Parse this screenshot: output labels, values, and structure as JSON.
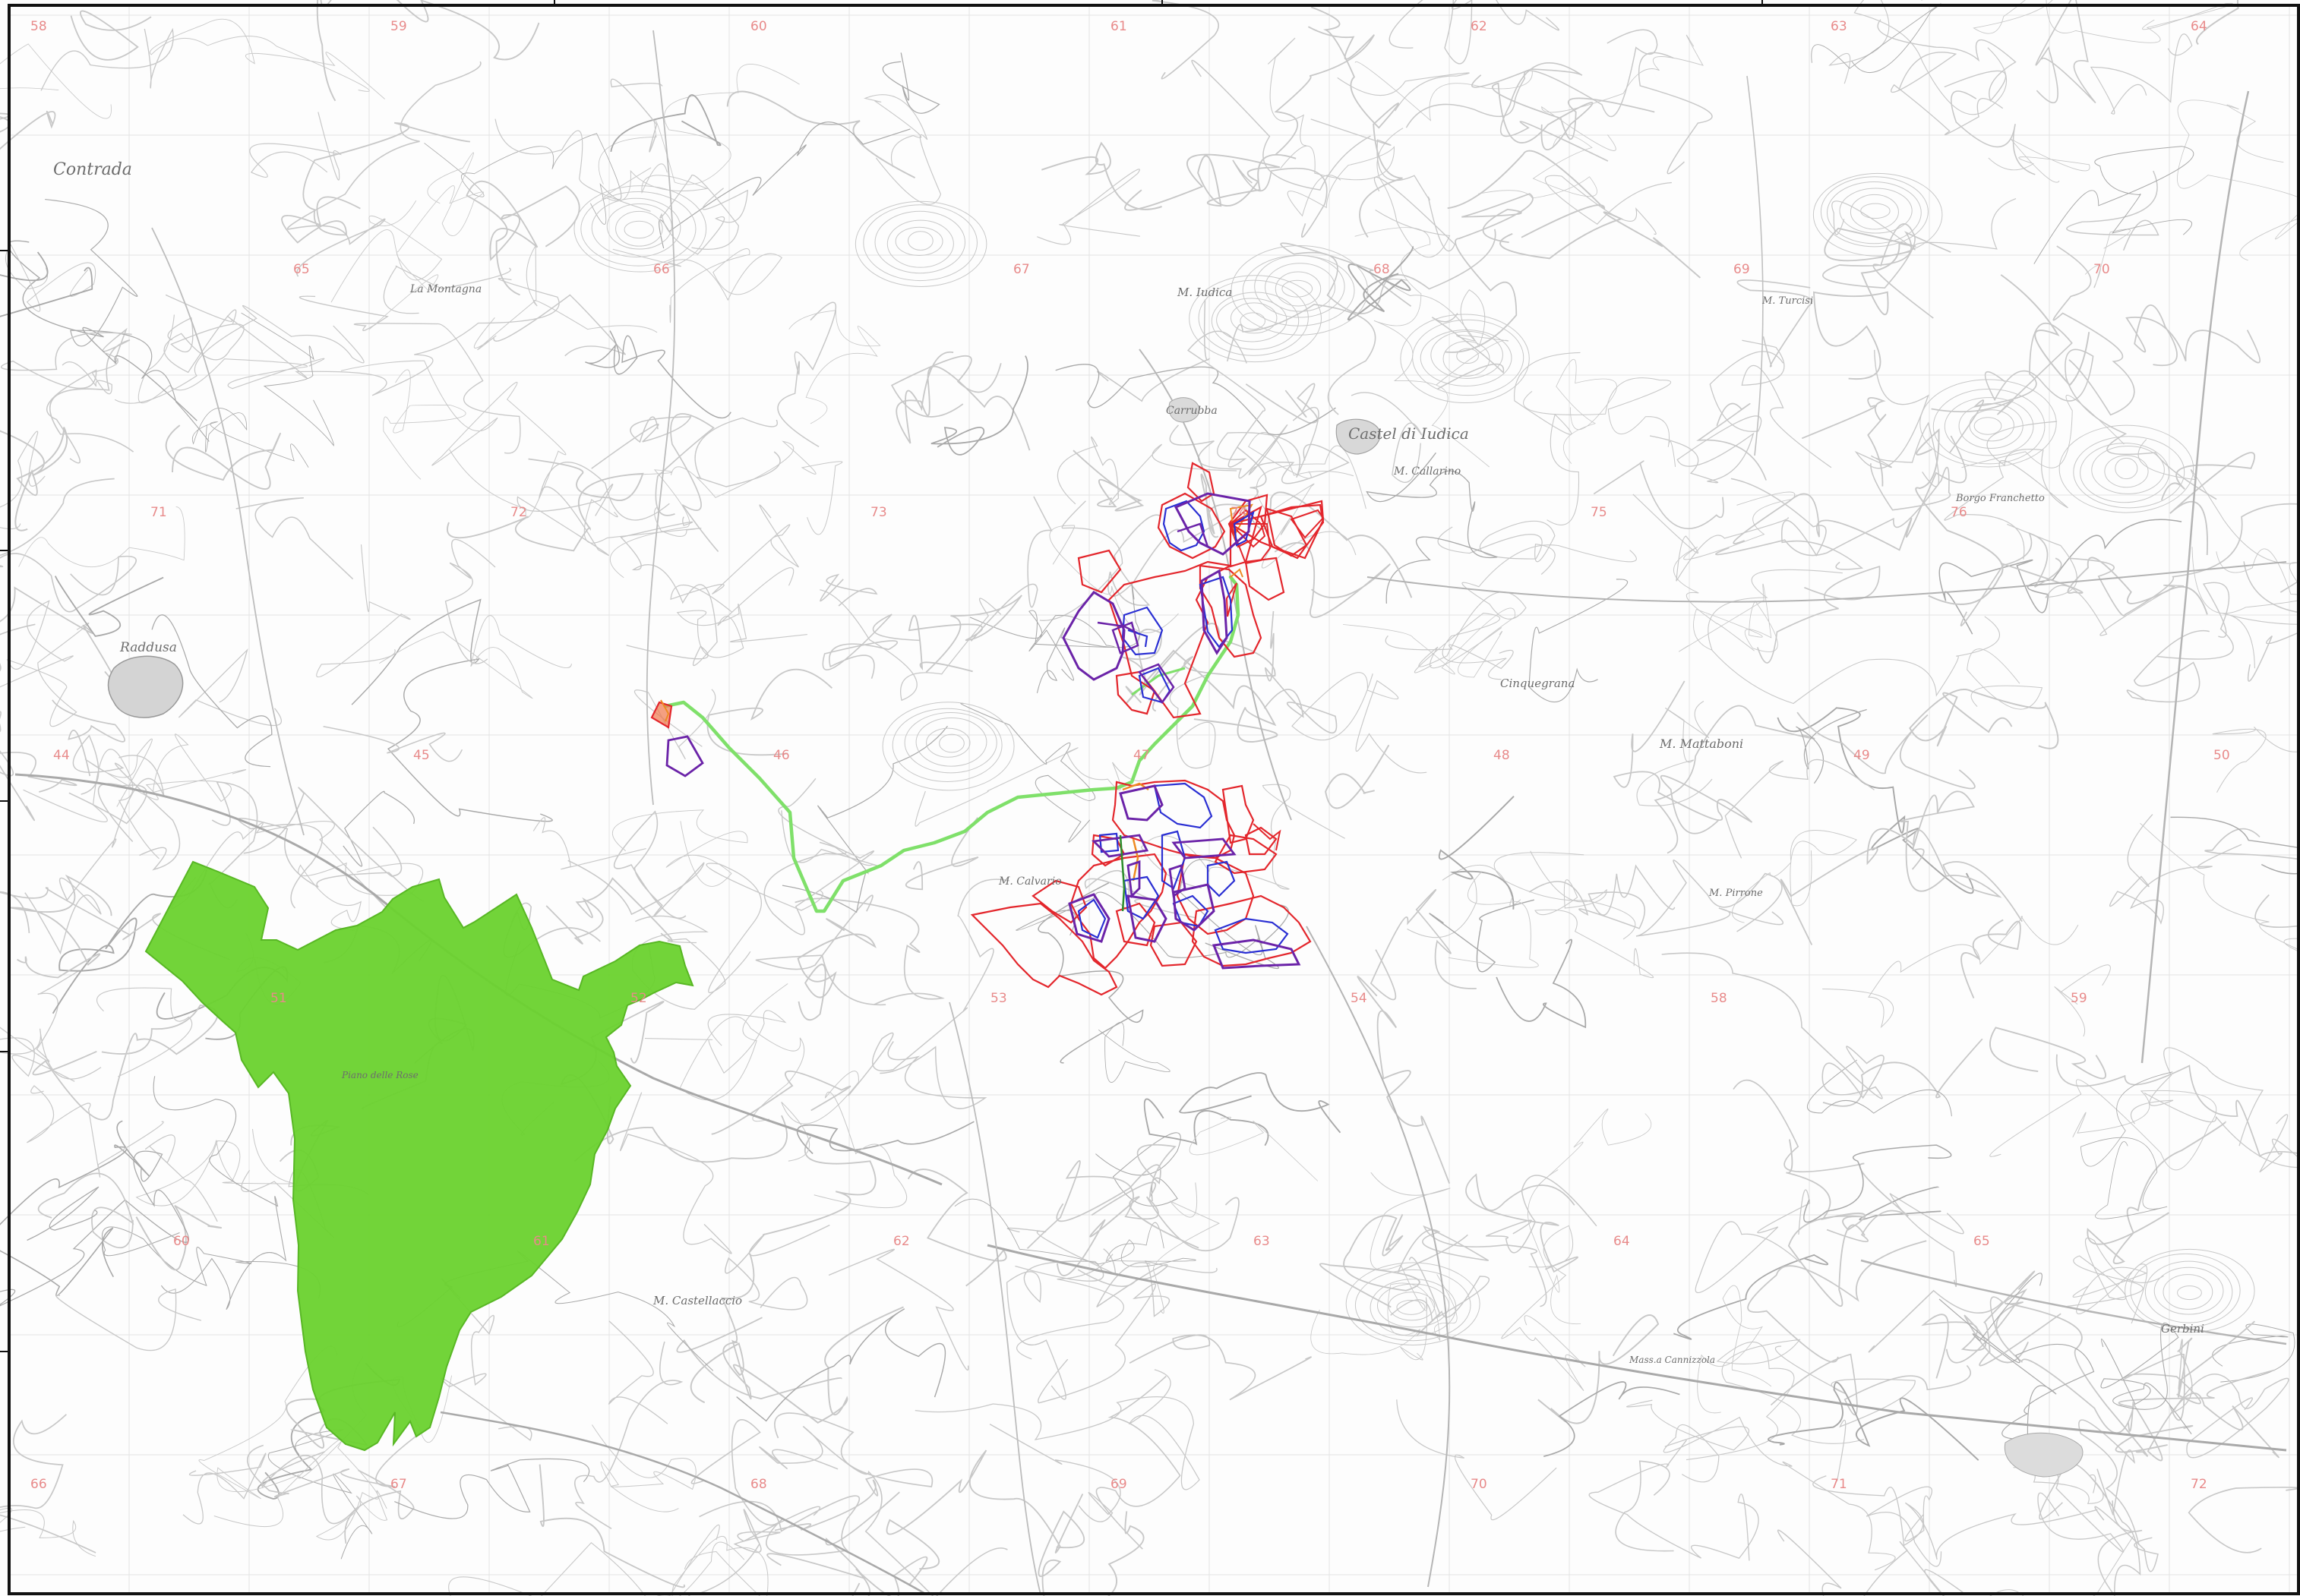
{
  "map": {
    "colors": {
      "background": "#fdfdfd",
      "topo_line": "#c8c8c8",
      "topo_line_dark": "#a9a9a9",
      "grid": "#e3e3e3",
      "frame": "#111111",
      "green_area": "#6ad22e",
      "green_area_edge": "#58b724",
      "cable_route": "#7fe06a",
      "parcel_red": "#e3262c",
      "parcel_blue": "#2a2fd3",
      "parcel_purple": "#6b23a8",
      "parcel_orange": "#ee8a22"
    },
    "place_names": {
      "raddusa": "Raddusa",
      "castel_di_iudica": "Castel di Iudica",
      "carrubba": "Carrubba",
      "monte_iudica": "M. Iudica",
      "borgo_franchetto": "Borgo Franchetto",
      "cinquegrana": "Cinquegrana",
      "gerbini": "Gerbini",
      "monte_turcisi": "M. Turcisi",
      "la_montagna": "La Montagna",
      "contrada": "Contrada",
      "m_mattaboni": "M. Mattaboni",
      "m_calvario": "M. Calvario",
      "m_castellaccio": "M. Castellaccio",
      "piano_delle_rose": "Piano delle Rose",
      "masseria_cannizzola": "Mass.a Cannizzola",
      "m_callarino": "M. Callarino",
      "m_pirrone": "M. Pirrone"
    },
    "grid_numbers": [
      "58",
      "59",
      "60",
      "61",
      "62",
      "63",
      "64",
      "65",
      "66",
      "67",
      "68",
      "69",
      "70",
      "71",
      "72",
      "73",
      "74",
      "75",
      "76",
      "44",
      "45",
      "46",
      "47",
      "48",
      "49",
      "50",
      "51",
      "52",
      "53",
      "54"
    ]
  }
}
